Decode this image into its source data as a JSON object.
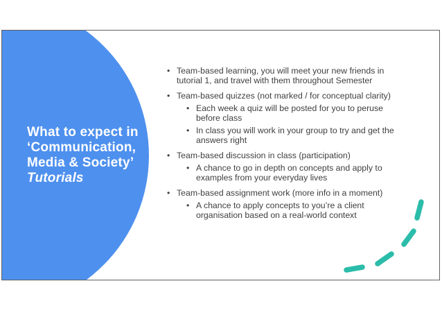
{
  "slide": {
    "title": {
      "lines": [
        "What to expect in",
        "‘Communication,",
        "Media & Society’"
      ],
      "italic_line": "Tutorials"
    },
    "bullets": [
      {
        "text": "Team-based learning, you will meet your new friends in tutorial 1, and travel with them throughout Semester",
        "children": []
      },
      {
        "text": "Team-based quizzes (not marked / for conceptual clarity)",
        "children": [
          "Each week a quiz will be posted for you to peruse before class",
          "In class you will work in your group to try and get the answers right"
        ]
      },
      {
        "text": "Team-based discussion in class (participation)",
        "children": [
          "A chance to go in depth on concepts and apply to examples from your everyday lives"
        ]
      },
      {
        "text": "Team-based assignment work (more info in a moment)",
        "children": [
          "A chance to apply concepts to you’re a client organisation based on a real-world context"
        ]
      }
    ],
    "bullet_marker": "•",
    "colors": {
      "circle_blue": "#4E90EE",
      "dash_teal": "#2BBCAA",
      "body_text": "#3E3E3E",
      "slide_border": "#616161"
    }
  }
}
